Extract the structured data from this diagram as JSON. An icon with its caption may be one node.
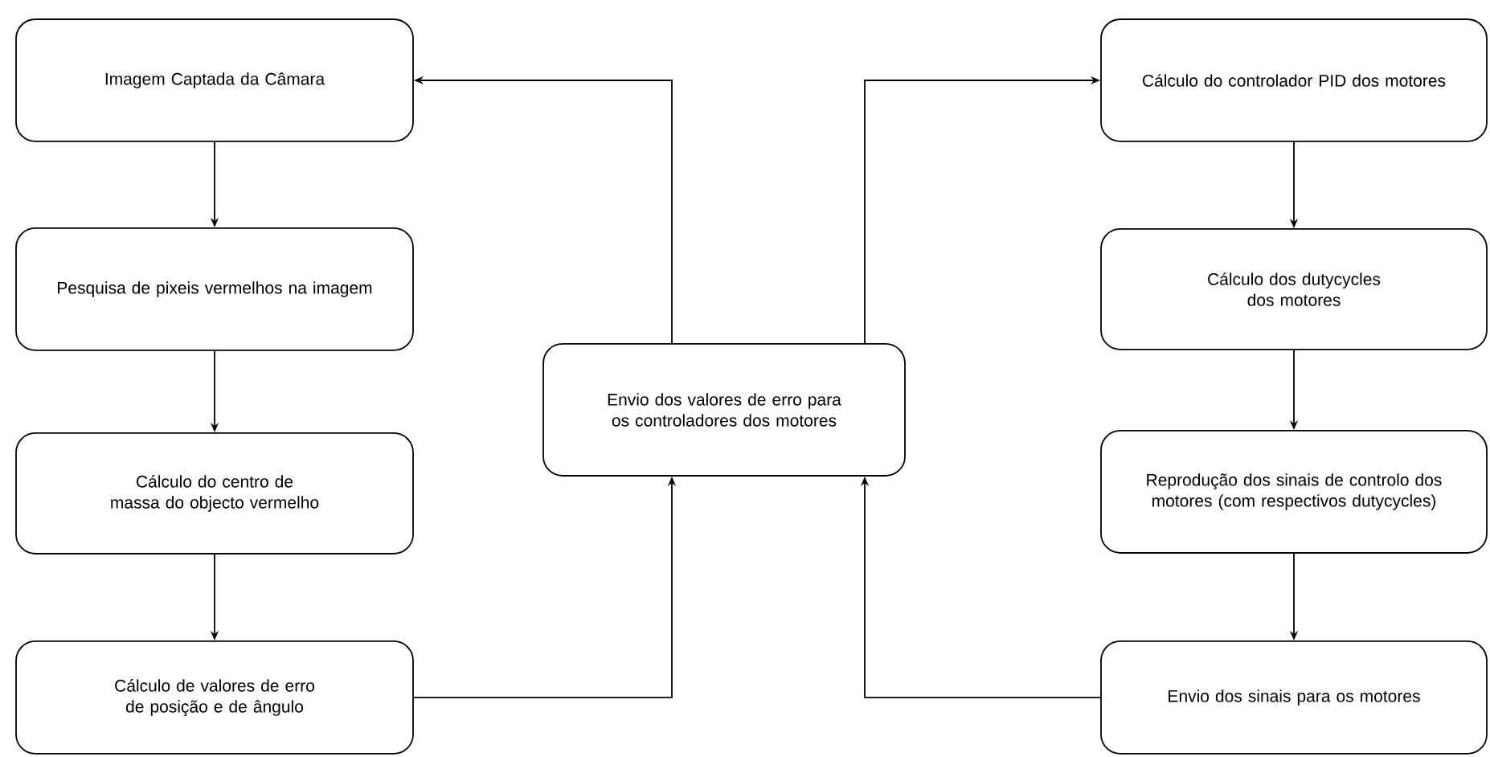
{
  "diagram": {
    "nodes": [
      {
        "text": [
          "Imagem Captada da Câmara"
        ]
      },
      {
        "text": [
          "Pesquisa de pixeis vermelhos na imagem"
        ]
      },
      {
        "text": [
          "Cálculo do centro de massa do objecto vermelho"
        ]
      },
      {
        "text": [
          "Cálculo de valores de erro de posição e de ângulo"
        ]
      },
      {
        "text": [
          "Envio dos valores de erro para os controladores dos motores"
        ]
      },
      {
        "text": [
          "Cálculo do controlador PID dos motores"
        ]
      },
      {
        "text": [
          "Cálculo dos dutycycles dos motores"
        ]
      },
      {
        "text": [
          "Reprodução dos sinais de controlo dos motores (com respectivos dutycycles)"
        ]
      },
      {
        "text": [
          "Envio dos sinais para os motores"
        ]
      }
    ],
    "edges": [
      {
        "from": 0,
        "to": 1,
        "arrow": "to"
      },
      {
        "from": 1,
        "to": 2,
        "arrow": "to"
      },
      {
        "from": 2,
        "to": 3,
        "arrow": "to"
      },
      {
        "from": 3,
        "to": 4,
        "arrow": "to"
      },
      {
        "from": 4,
        "to": 0,
        "arrow": "to"
      },
      {
        "from": 4,
        "to": 5,
        "arrow": "to"
      },
      {
        "from": 5,
        "to": 6,
        "arrow": "to"
      },
      {
        "from": 6,
        "to": 7,
        "arrow": "to"
      },
      {
        "from": 7,
        "to": 8,
        "arrow": "to"
      },
      {
        "from": 8,
        "to": 4,
        "arrow": "to"
      }
    ]
  }
}
